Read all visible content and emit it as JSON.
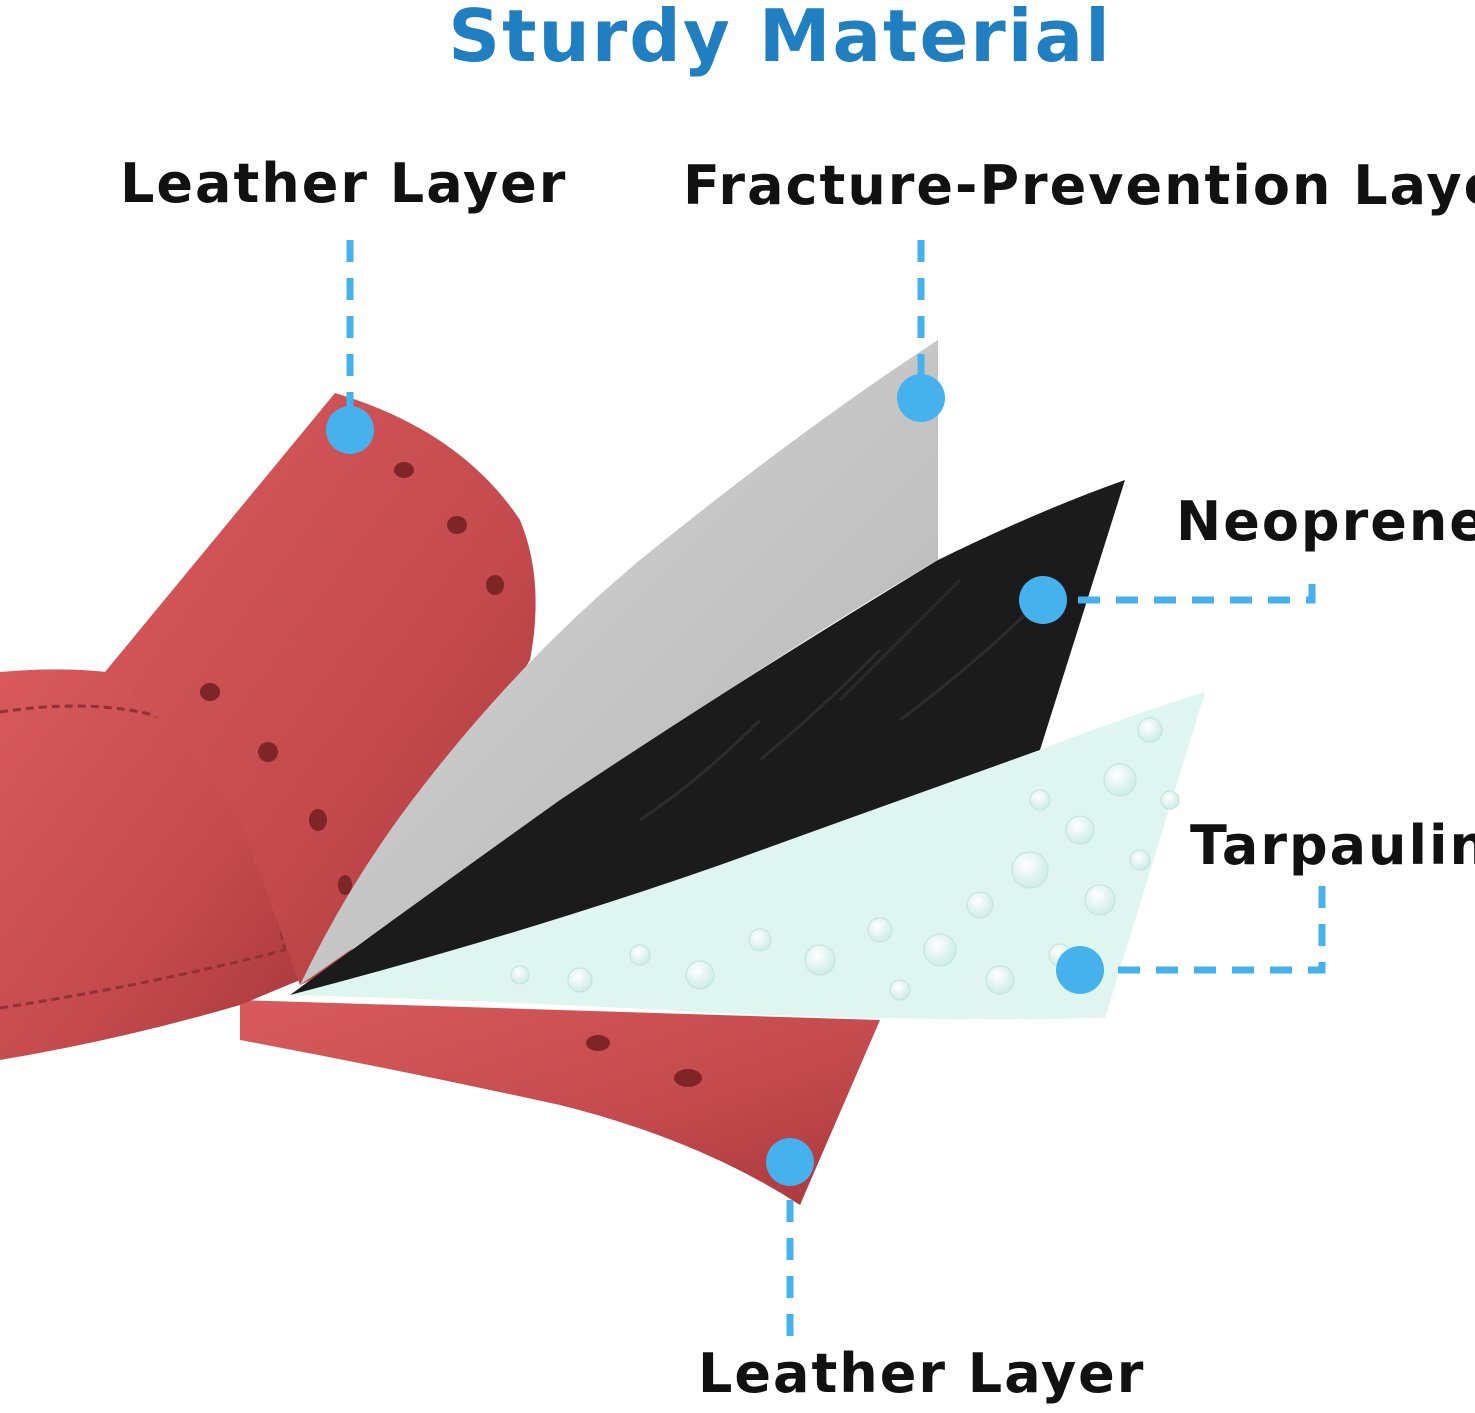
{
  "title": "Sturdy Material",
  "labels": {
    "leather_top": "Leather Layer",
    "fracture_prevention": "Fracture-Prevention Layer",
    "neoprene": "Neoprene",
    "tarpaulin": "Tarpaulin",
    "leather_bottom": "Leather Layer"
  },
  "colors": {
    "title": "#1f7fc0",
    "callout": "#45b2ee",
    "leather": "#c94c4f",
    "fracture_layer": "#c6c6c6",
    "neoprene": "#1b1b1b",
    "tarpaulin": "#dff5ef"
  }
}
